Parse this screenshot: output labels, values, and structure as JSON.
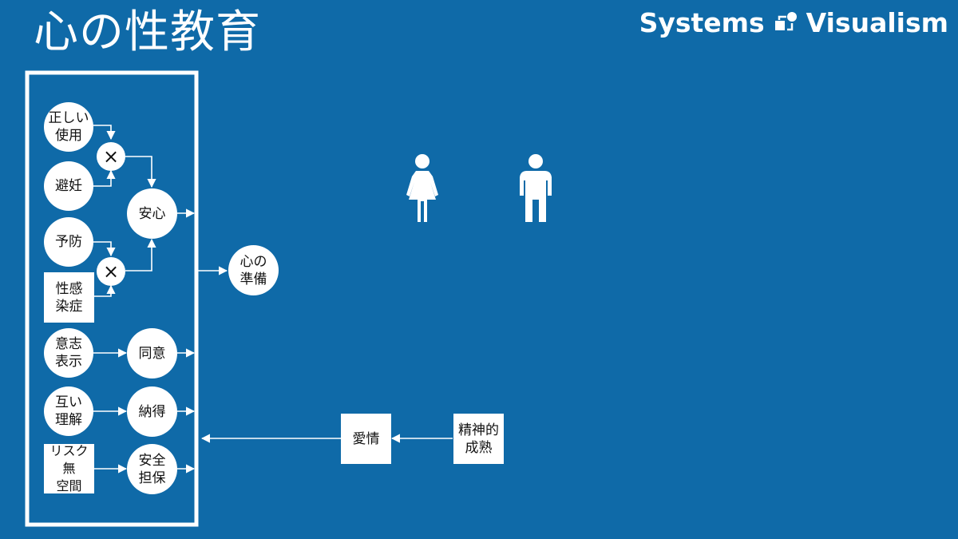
{
  "title": "心の性教育",
  "brand": {
    "left": "Systems",
    "right": "Visualism"
  },
  "colors": {
    "background": "#0f6aa8",
    "foreground": "#ffffff"
  },
  "nodes": {
    "correct_use": "正しい\n使用",
    "contraception": "避妊",
    "prevention": "予防",
    "sti": "性感\n染症",
    "reassurance": "安心",
    "intention": "意志\n表示",
    "consent": "同意",
    "mutual_understanding": "互い\n理解",
    "agreement": "納得",
    "risk_free_space": "リスク無\n空間",
    "safety": "安全\n担保",
    "readiness": "心の\n準備",
    "love": "愛情",
    "maturity": "精神的\n成熟"
  },
  "operators": {
    "multiply": "×"
  },
  "icons": [
    "female-person-icon",
    "male-person-icon"
  ]
}
